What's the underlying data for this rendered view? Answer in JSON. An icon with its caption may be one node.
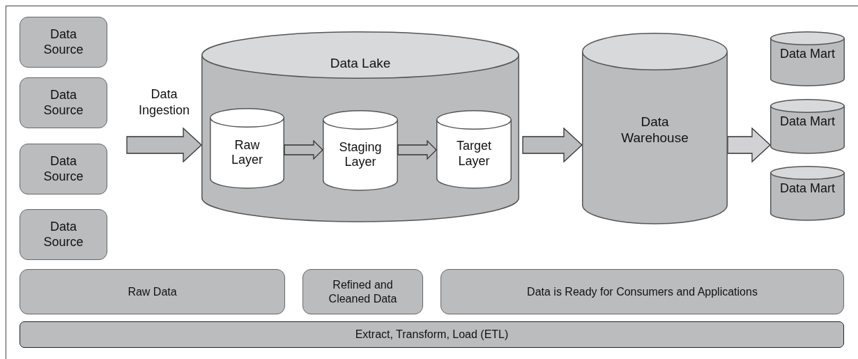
{
  "diagram": {
    "nodes": [
      {
        "text": [
          "Data Source"
        ]
      },
      {
        "text": [
          "Data Source"
        ]
      },
      {
        "text": [
          "Data Source"
        ]
      },
      {
        "text": [
          "Data Source"
        ]
      },
      {
        "text": [
          "Data Lake"
        ]
      },
      {
        "text": [
          "Raw Layer"
        ],
        "in": 4
      },
      {
        "text": [
          "Staging Layer"
        ],
        "in": 4
      },
      {
        "text": [
          "Target Layer"
        ],
        "in": 4
      },
      {
        "text": [
          "Data Warehouse"
        ]
      },
      {
        "text": [
          "Data Mart"
        ]
      },
      {
        "text": [
          "Data Mart"
        ]
      },
      {
        "text": [
          "Data Mart"
        ]
      },
      {
        "text": [
          "Raw Data"
        ]
      },
      {
        "text": [
          "Refined and Cleaned Data"
        ]
      },
      {
        "text": [
          "Data is Ready for Consumers and Applications"
        ]
      },
      {
        "text": [
          "Extract, Transform, Load (ETL)"
        ]
      }
    ],
    "edges": [
      {
        "from": null,
        "to": 4,
        "arrow": "to",
        "label": "Data Ingestion"
      },
      {
        "from": 5,
        "to": 6,
        "arrow": "to"
      },
      {
        "from": 6,
        "to": 7,
        "arrow": "to"
      },
      {
        "from": 4,
        "to": 8,
        "arrow": "to"
      },
      {
        "from": 8,
        "to": 10,
        "arrow": "to"
      }
    ]
  }
}
